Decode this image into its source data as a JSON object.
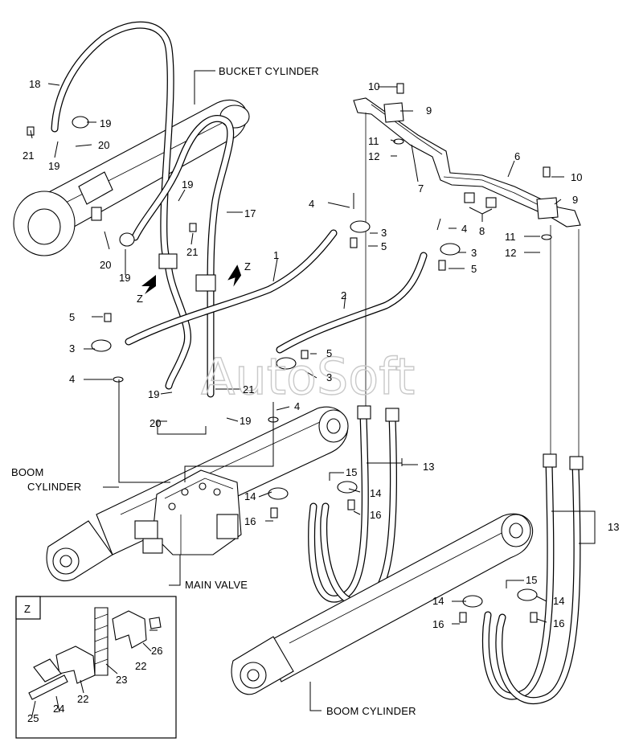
{
  "watermark": "AutoSoft",
  "captions": {
    "bucket_cylinder": "BUCKET CYLINDER",
    "boom_cylinder_left_1": "BOOM",
    "boom_cylinder_left_2": "CYLINDER",
    "main_valve": "MAIN VALVE",
    "boom_cylinder_bottom": "BOOM CYLINDER",
    "detail_z": "Z"
  },
  "view_markers": [
    "Z",
    "Z"
  ],
  "part_numbers": {
    "p1": "1",
    "p2": "2",
    "p3a": "3",
    "p3b": "3",
    "p3c": "3",
    "p3d": "3",
    "p4a": "4",
    "p4b": "4",
    "p4c": "4",
    "p4d": "4",
    "p5a": "5",
    "p5b": "5",
    "p5c": "5",
    "p5d": "5",
    "p6": "6",
    "p7": "7",
    "p8": "8",
    "p9a": "9",
    "p9b": "9",
    "p10a": "10",
    "p10b": "10",
    "p11a": "11",
    "p11b": "11",
    "p12a": "12",
    "p12b": "12",
    "p13a": "13",
    "p13b": "13",
    "p14a": "14",
    "p14b": "14",
    "p14c": "14",
    "p14d": "14",
    "p15a": "15",
    "p15b": "15",
    "p16a": "16",
    "p16b": "16",
    "p16c": "16",
    "p16d": "16",
    "p17": "17",
    "p18": "18",
    "p19a": "19",
    "p19b": "19",
    "p19c": "19",
    "p19d": "19",
    "p19e": "19",
    "p19f": "19",
    "p20a": "20",
    "p20b": "20",
    "p20c": "20",
    "p21a": "21",
    "p21b": "21",
    "p21c": "21",
    "p22a": "22",
    "p22b": "22",
    "p23": "23",
    "p24": "24",
    "p25": "25",
    "p26": "26"
  }
}
